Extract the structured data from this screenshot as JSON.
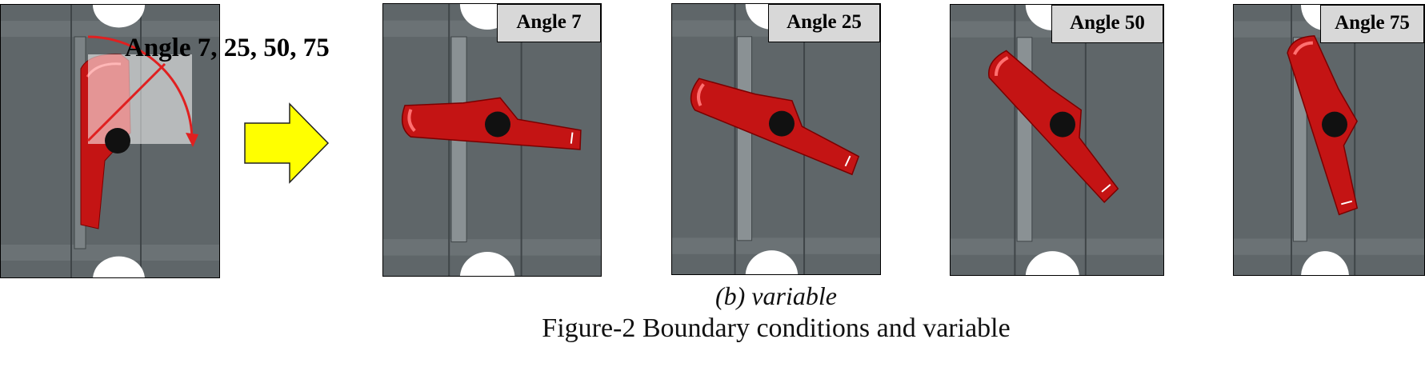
{
  "overview": {
    "label": "Angle 7, 25, 50, 75"
  },
  "panels": [
    {
      "label": "Angle 7",
      "rotation_deg": 7
    },
    {
      "label": "Angle 25",
      "rotation_deg": 25
    },
    {
      "label": "Angle 50",
      "rotation_deg": 50
    },
    {
      "label": "Angle 75",
      "rotation_deg": 75
    }
  ],
  "caption": {
    "sub": "(b) variable",
    "main": "Figure-2 Boundary conditions and variable"
  },
  "colors": {
    "housing": "#5f6669",
    "disc": "#c41414",
    "arrow": "#ffff00",
    "sweep": "#e02020"
  }
}
